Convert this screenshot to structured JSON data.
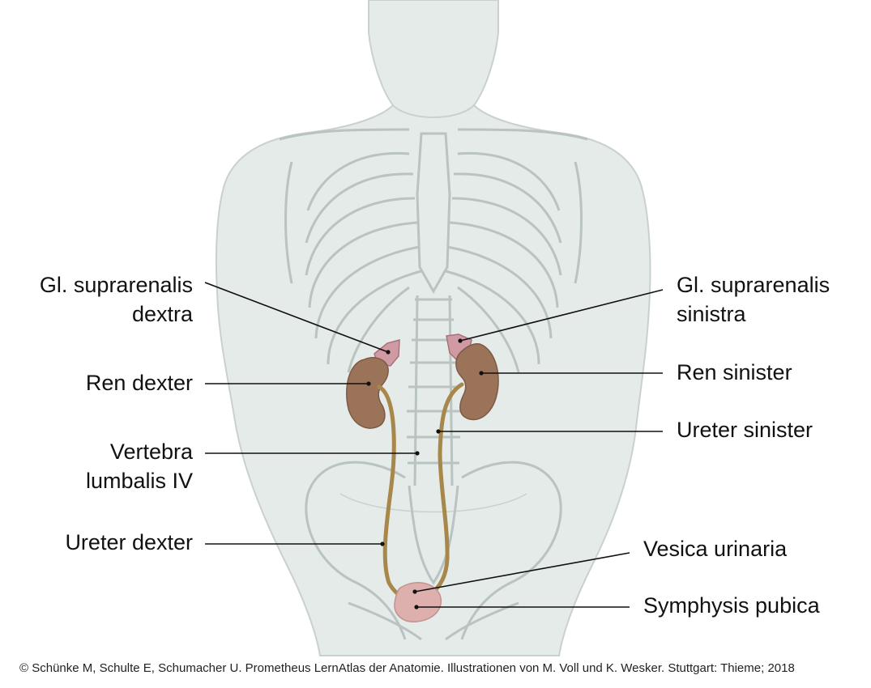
{
  "labels": {
    "gl_suprarenalis_dextra": [
      "Gl. suprarenalis",
      "dextra"
    ],
    "ren_dexter": "Ren dexter",
    "vertebra_lumbalis_iv": [
      "Vertebra",
      "lumbalis IV"
    ],
    "ureter_dexter": "Ureter dexter",
    "gl_suprarenalis_sinistra": [
      "Gl. suprarenalis",
      "sinistra"
    ],
    "ren_sinister": "Ren sinister",
    "ureter_sinister": "Ureter sinister",
    "vesica_urinaria": "Vesica urinaria",
    "symphysis_pubica": "Symphysis pubica"
  },
  "credit": "© Schünke M, Schulte E, Schumacher U. Prometheus LernAtlas der Anatomie. Illustrationen von M. Voll und K. Wesker. Stuttgart: Thieme; 2018",
  "colors": {
    "body": "#e5ebe9",
    "body_outline": "#c9d1cf",
    "bone_line": "#b9c3c1",
    "kidney": "#9a7359",
    "adrenal": "#d09aa4",
    "ureter": "#a8874a",
    "bladder": "#ddb0ae",
    "leader": "#111111"
  }
}
